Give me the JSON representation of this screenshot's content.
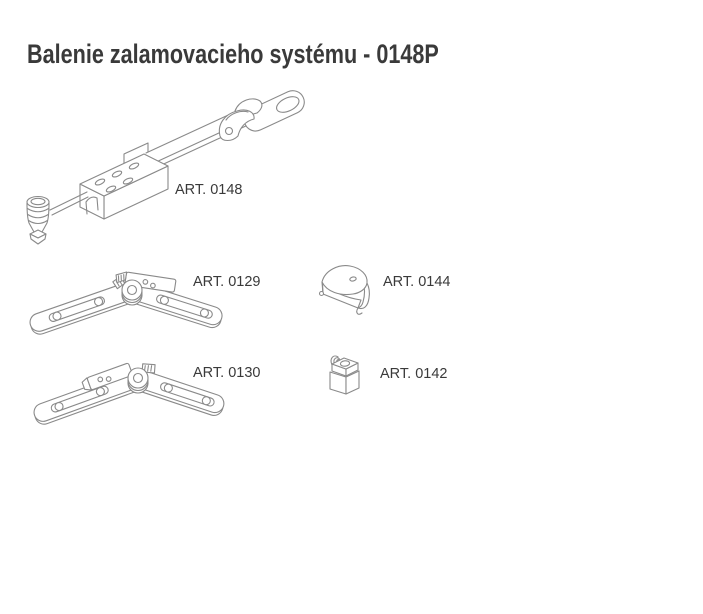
{
  "page": {
    "title": "Balenie zalamovacieho systému - 0148P",
    "colors": {
      "text": "#3a3a3a",
      "line": "#8a8a8a",
      "bg": "#ffffff"
    }
  },
  "parts": [
    {
      "id": "0148",
      "label": "ART. 0148",
      "drawing": "telescopic-stay-arm-drawing"
    },
    {
      "id": "0129",
      "label": "ART. 0129",
      "drawing": "folding-hinge-drawing"
    },
    {
      "id": "0144",
      "label": "ART. 0144",
      "drawing": "cover-cap-drawing"
    },
    {
      "id": "0130",
      "label": "ART. 0130",
      "drawing": "folding-hinge-drawing"
    },
    {
      "id": "0142",
      "label": "ART. 0142",
      "drawing": "locking-block-drawing"
    }
  ]
}
